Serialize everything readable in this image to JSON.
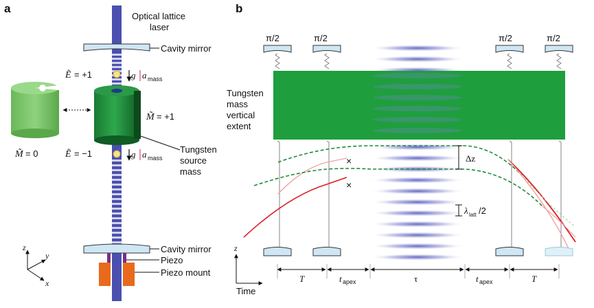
{
  "panel_a": {
    "label": "a",
    "laser_label_line1": "Optical lattice",
    "laser_label_line2": "laser",
    "cavity_mirror_top": "Cavity mirror",
    "cavity_mirror_bottom": "Cavity mirror",
    "piezo": "Piezo",
    "piezo_mount": "Piezo mount",
    "tungsten_line1": "Tungsten",
    "tungsten_line2": "source",
    "tungsten_line3": "mass",
    "E_top_value": "= +1",
    "E_bottom_value": "= −1",
    "M_value": "= +1",
    "M0_value": "= 0",
    "g_label": "g",
    "a_mass_label": "a",
    "a_mass_sub": "mass",
    "axis_z": "z",
    "axis_y": "y",
    "axis_x": "x",
    "colors": {
      "laser": "#4b4fb0",
      "tungsten": "#1e8a3a",
      "tungsten_dark": "#146a2a",
      "tungsten_light": "#7cc46b",
      "mirror_fill": "#cfe6f5",
      "piezo": "#7a2e8c",
      "mount": "#e86a1c"
    }
  },
  "panel_b": {
    "label": "b",
    "pulses": [
      "π/2",
      "π/2",
      "π/2",
      "π/2"
    ],
    "tungsten_line1": "Tungsten",
    "tungsten_line2": "mass",
    "tungsten_line3": "vertical",
    "tungsten_line4": "extent",
    "delta_z": "Δz",
    "lambda_label": "λ",
    "lambda_sub": "latt",
    "lambda_tail": "/2",
    "axis_z": "z",
    "time_label": "Time",
    "intervals": [
      "T",
      "t",
      "τ",
      "t",
      "T"
    ],
    "interval_subs": [
      "",
      "apex",
      "",
      "apex",
      ""
    ],
    "colors": {
      "tungsten_band": "#1f9e3e",
      "red_path": "#d81f26",
      "pink_path": "#f2a0a0",
      "green_dash": "#1f8a3a",
      "lattice": "#5b5fc0"
    }
  }
}
